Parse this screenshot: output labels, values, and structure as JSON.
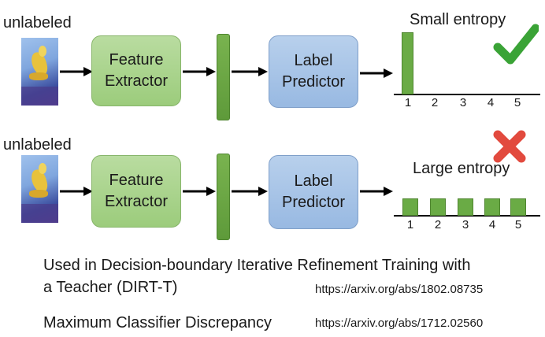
{
  "rows": [
    {
      "label": "unlabeled",
      "extractor": "Feature\nExtractor",
      "predictor": "Label\nPredictor",
      "entropy_label": "Small entropy",
      "status": "check",
      "ticks": [
        "1",
        "2",
        "3",
        "4",
        "5"
      ],
      "distribution": [
        1,
        0,
        0,
        0,
        0
      ]
    },
    {
      "label": "unlabeled",
      "extractor": "Feature\nExtractor",
      "predictor": "Label\nPredictor",
      "entropy_label": "Large entropy",
      "status": "cross",
      "ticks": [
        "1",
        "2",
        "3",
        "4",
        "5"
      ],
      "distribution": [
        0.2,
        0.2,
        0.2,
        0.2,
        0.2
      ]
    }
  ],
  "footer": {
    "dirt_line1": "Used in Decision-boundary Iterative Refinement Training with",
    "dirt_line2": "a Teacher (DIRT-T)",
    "dirt_url": "https://arxiv.org/abs/1802.08735",
    "mcd": "Maximum Classifier Discrepancy",
    "mcd_url": "https://arxiv.org/abs/1712.02560"
  },
  "colors": {
    "extractor": "#a8d48a",
    "predictor": "#a9c6ea",
    "bar": "#6aab45",
    "check": "#3aa336",
    "cross": "#e24a3e"
  },
  "icons": [
    "check-icon",
    "cross-icon",
    "right-arrow-icon"
  ]
}
